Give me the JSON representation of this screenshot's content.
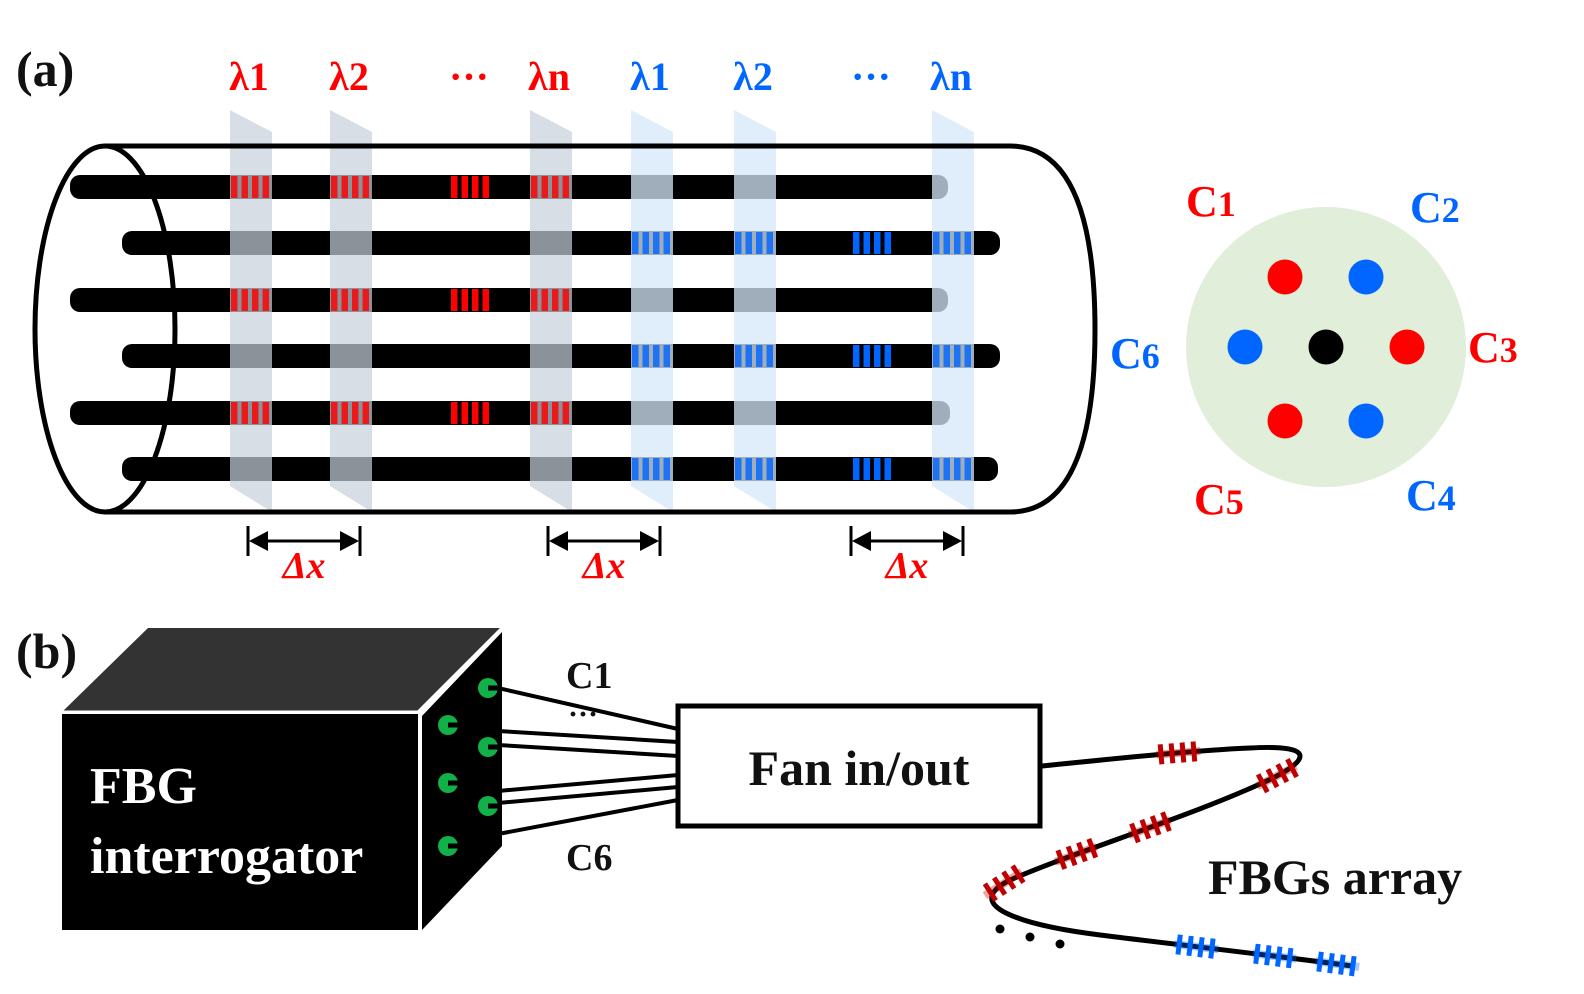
{
  "colors": {
    "red": "#ff0000",
    "blue": "#0066ff",
    "fiber": "#000000",
    "band_red_group": "#c8d0dc",
    "band_blue_group": "#d6e7f8",
    "cross_section_bg": "#e1eed9",
    "port_green": "#12b048",
    "box_top": "#333333",
    "fbg_red_dark": "#c00000"
  },
  "panel_a": {
    "label": "(a)",
    "wavelength_labels": [
      {
        "text": "λ1",
        "group": "red"
      },
      {
        "text": "λ2",
        "group": "red"
      },
      {
        "text": "···",
        "group": "red"
      },
      {
        "text": "λn",
        "group": "red"
      },
      {
        "text": "λ1",
        "group": "blue"
      },
      {
        "text": "λ2",
        "group": "blue"
      },
      {
        "text": "···",
        "group": "blue"
      },
      {
        "text": "λn",
        "group": "blue"
      }
    ],
    "fibers": [
      {
        "core": "C1",
        "color": "red"
      },
      {
        "core": "C2",
        "color": "blue"
      },
      {
        "core": "C3",
        "color": "red"
      },
      {
        "core": "C4",
        "color": "blue"
      },
      {
        "core": "C5",
        "color": "red"
      },
      {
        "core": "C6",
        "color": "blue"
      }
    ],
    "spacing_labels": [
      "Δx",
      "Δx",
      "Δx"
    ],
    "cross_section": {
      "cores": [
        {
          "label": "C1",
          "color": "red"
        },
        {
          "label": "C2",
          "color": "blue"
        },
        {
          "label": "C3",
          "color": "red"
        },
        {
          "label": "C4",
          "color": "blue"
        },
        {
          "label": "C5",
          "color": "red"
        },
        {
          "label": "C6",
          "color": "blue"
        }
      ],
      "center_core_color": "black"
    }
  },
  "panel_b": {
    "label": "(b)",
    "interrogator_line1": "FBG",
    "interrogator_line2": "interrogator",
    "channel_first": "C1",
    "channel_last": "C6",
    "channel_ellipsis": "···",
    "fan_label": "Fan in/out",
    "array_label": "FBGs array",
    "array_ellipsis": "· · ·"
  }
}
